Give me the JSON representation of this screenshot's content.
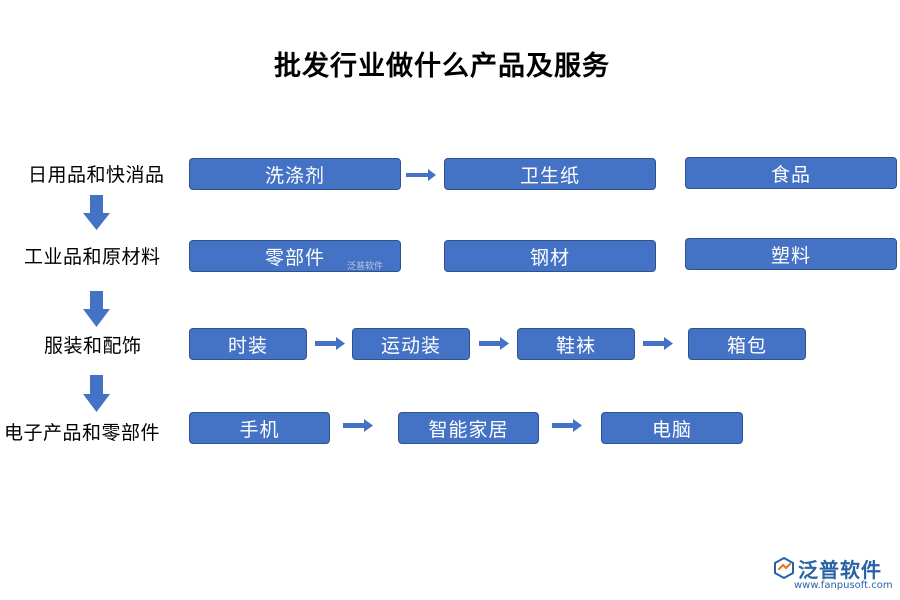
{
  "title": "批发行业做什么产品及服务",
  "categories": [
    "日用品和快消品",
    "工业品和原材料",
    "服装和配饰",
    "电子产品和零部件"
  ],
  "rows": [
    [
      "洗涤剂",
      "卫生纸",
      "食品"
    ],
    [
      "零部件",
      "钢材",
      "塑料"
    ],
    [
      "时装",
      "运动装",
      "鞋袜",
      "箱包"
    ],
    [
      "手机",
      "智能家居",
      "电脑"
    ]
  ],
  "watermark": "泛普软件",
  "logo": {
    "name": "泛普软件",
    "url": "www.fanpusoft.com"
  },
  "colors": {
    "box_fill": "#4472C4",
    "box_border": "#2F528F",
    "arrow": "#4472C4",
    "logo": "#2a62a8"
  }
}
